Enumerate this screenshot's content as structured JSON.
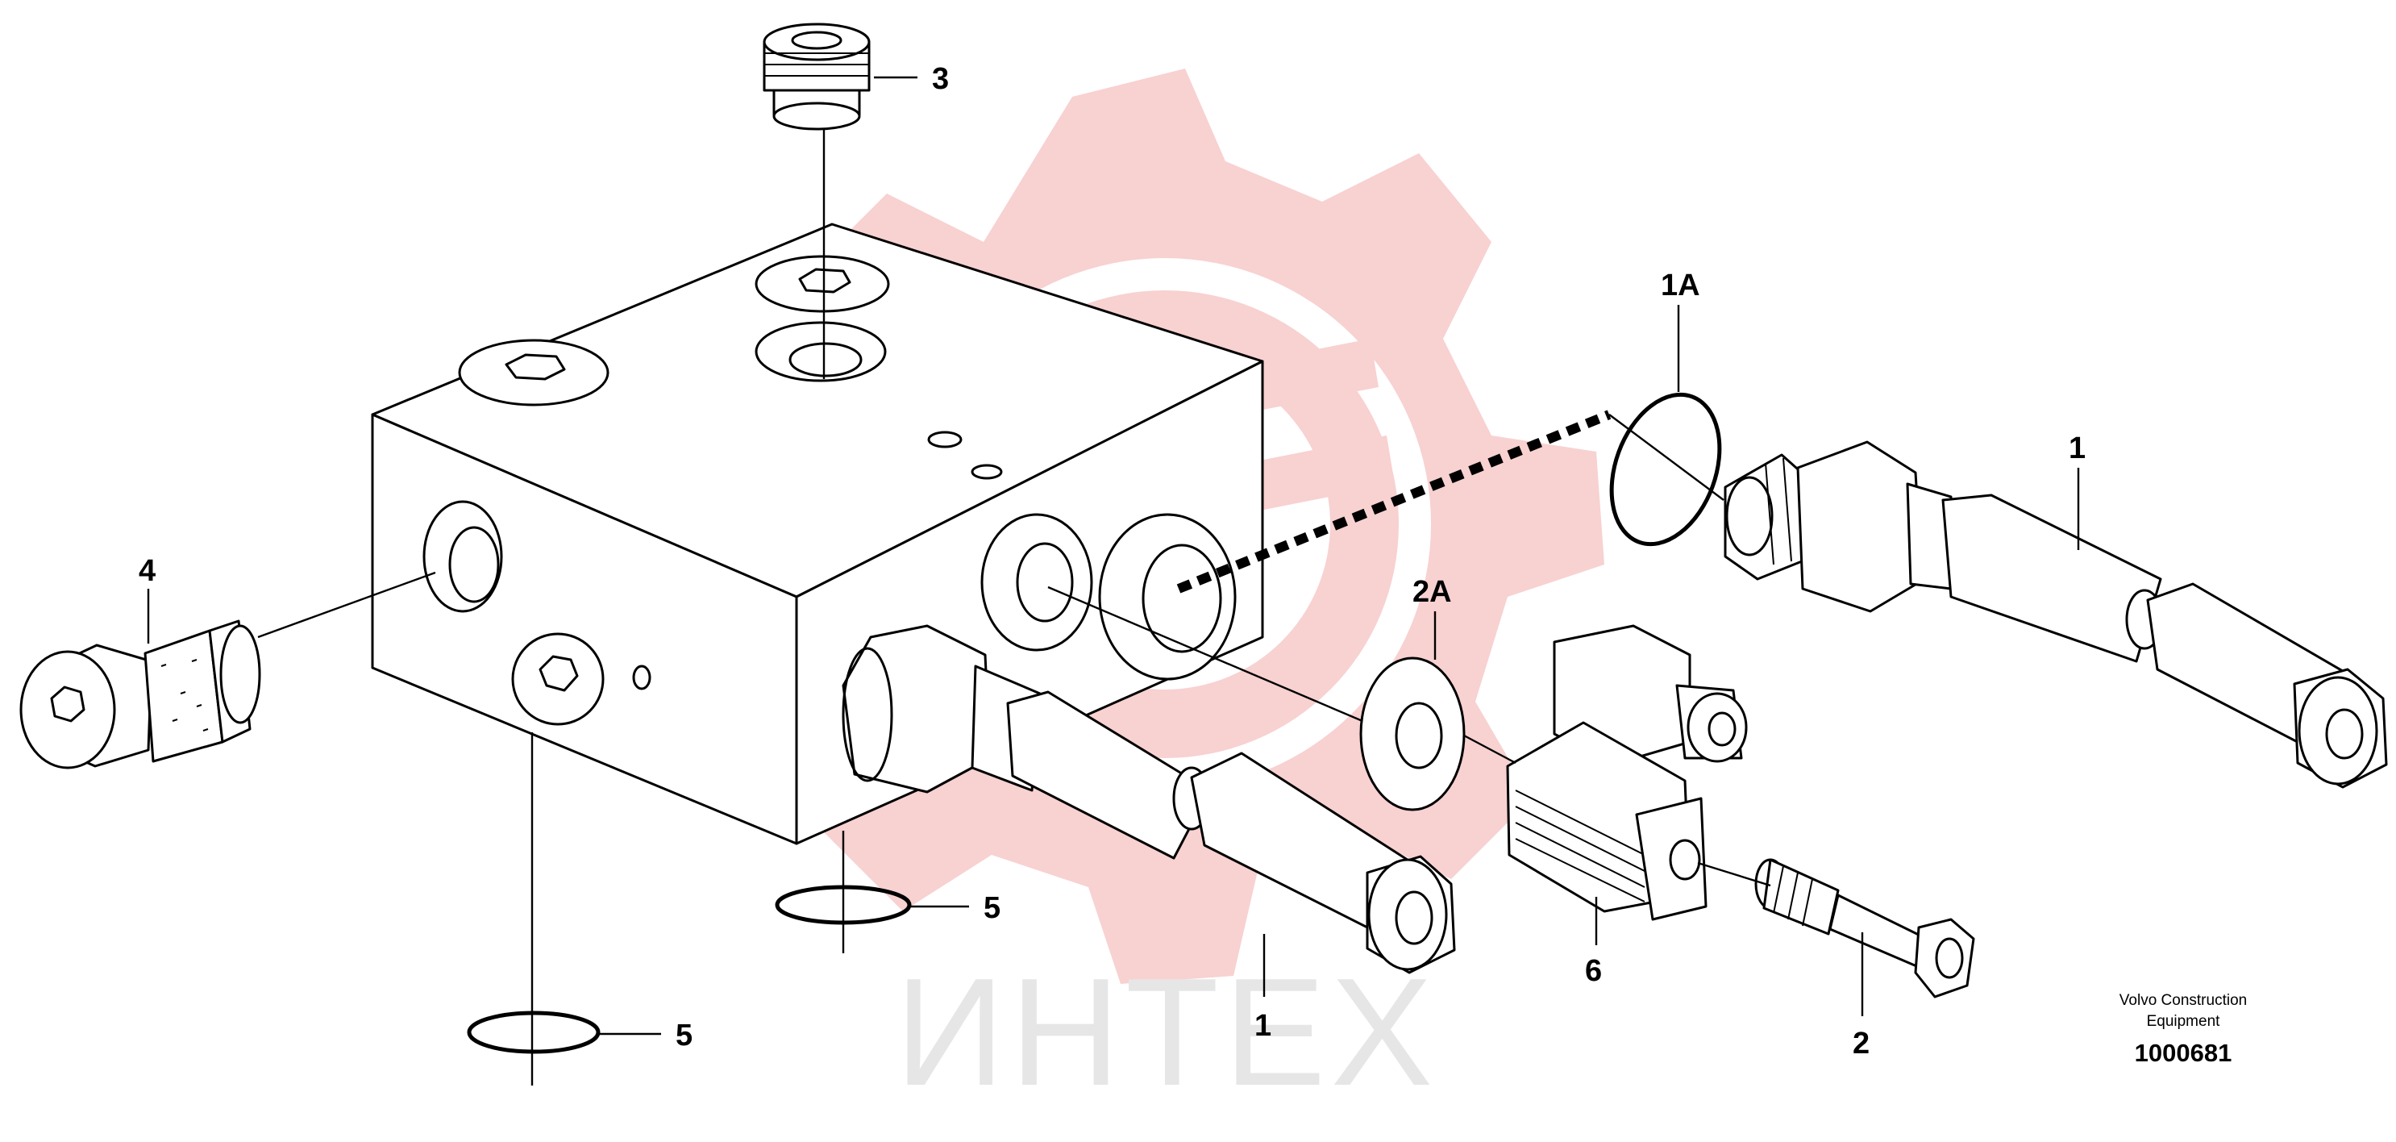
{
  "diagram": {
    "callouts": {
      "c3": "3",
      "c1a": "1A",
      "c1_right": "1",
      "c4": "4",
      "c2a": "2A",
      "c5_mid": "5",
      "c5_bottom": "5",
      "c6": "6",
      "c1_bottom": "1",
      "c2": "2"
    },
    "footer": {
      "credit_line1": "Volvo Construction",
      "credit_line2": "Equipment",
      "drawing_number": "1000681"
    },
    "watermark": {
      "text": "ИНТЕХ",
      "gear_color": "#f7c9c9",
      "text_color": "#e6e6e6"
    }
  }
}
